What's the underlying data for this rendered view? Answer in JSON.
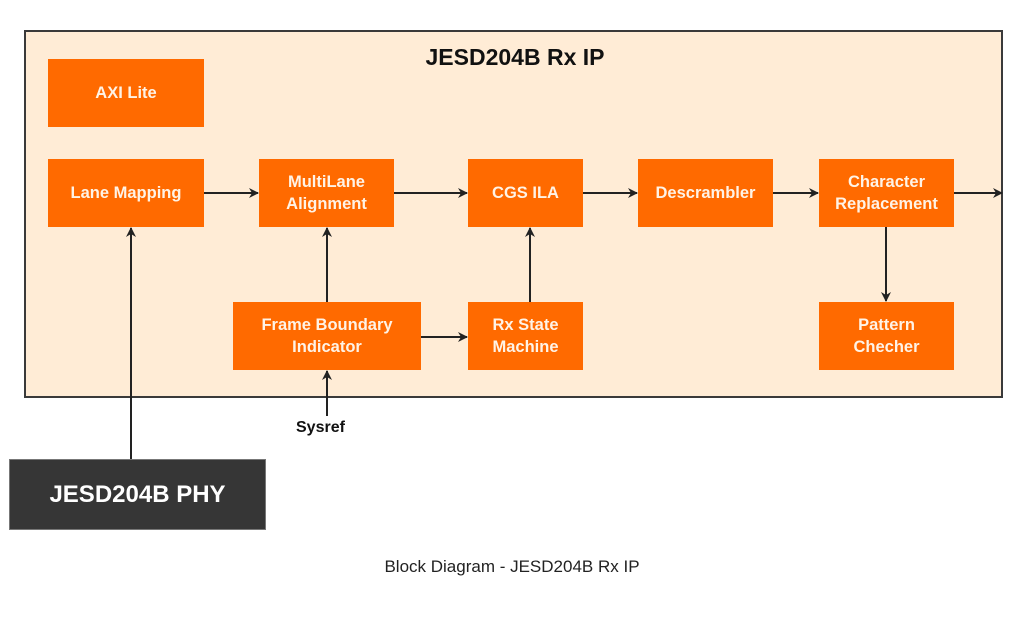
{
  "diagram": {
    "title": "JESD204B Rx IP",
    "caption": "Block Diagram - JESD204B Rx IP",
    "colors": {
      "block_fill": "#ff6a00",
      "block_text": "#fff3e6",
      "container_fill": "#ffecd6",
      "container_border": "#3a3a3a",
      "phy_fill": "#363636",
      "arrow": "#222222"
    },
    "blocks": {
      "axi_lite": "AXI Lite",
      "lane_mapping": "Lane Mapping",
      "multilane_alignment": "MultiLane\nAlignment",
      "cgs_ila": "CGS ILA",
      "descrambler": "Descrambler",
      "character_replacement": "Character\nReplacement",
      "frame_boundary_indicator": "Frame Boundary\nIndicator",
      "rx_state_machine": "Rx State\nMachine",
      "pattern_checher": "Pattern\nChecher"
    },
    "external": {
      "phy": "JESD204B PHY",
      "sysref": "Sysref"
    },
    "connections": [
      {
        "from": "lane_mapping",
        "to": "multilane_alignment"
      },
      {
        "from": "multilane_alignment",
        "to": "cgs_ila"
      },
      {
        "from": "cgs_ila",
        "to": "descrambler"
      },
      {
        "from": "descrambler",
        "to": "character_replacement"
      },
      {
        "from": "character_replacement",
        "to": "output"
      },
      {
        "from": "character_replacement",
        "to": "pattern_checher"
      },
      {
        "from": "frame_boundary_indicator",
        "to": "multilane_alignment"
      },
      {
        "from": "frame_boundary_indicator",
        "to": "rx_state_machine"
      },
      {
        "from": "rx_state_machine",
        "to": "cgs_ila"
      },
      {
        "from": "sysref",
        "to": "frame_boundary_indicator"
      },
      {
        "from": "phy",
        "to": "lane_mapping"
      }
    ]
  }
}
